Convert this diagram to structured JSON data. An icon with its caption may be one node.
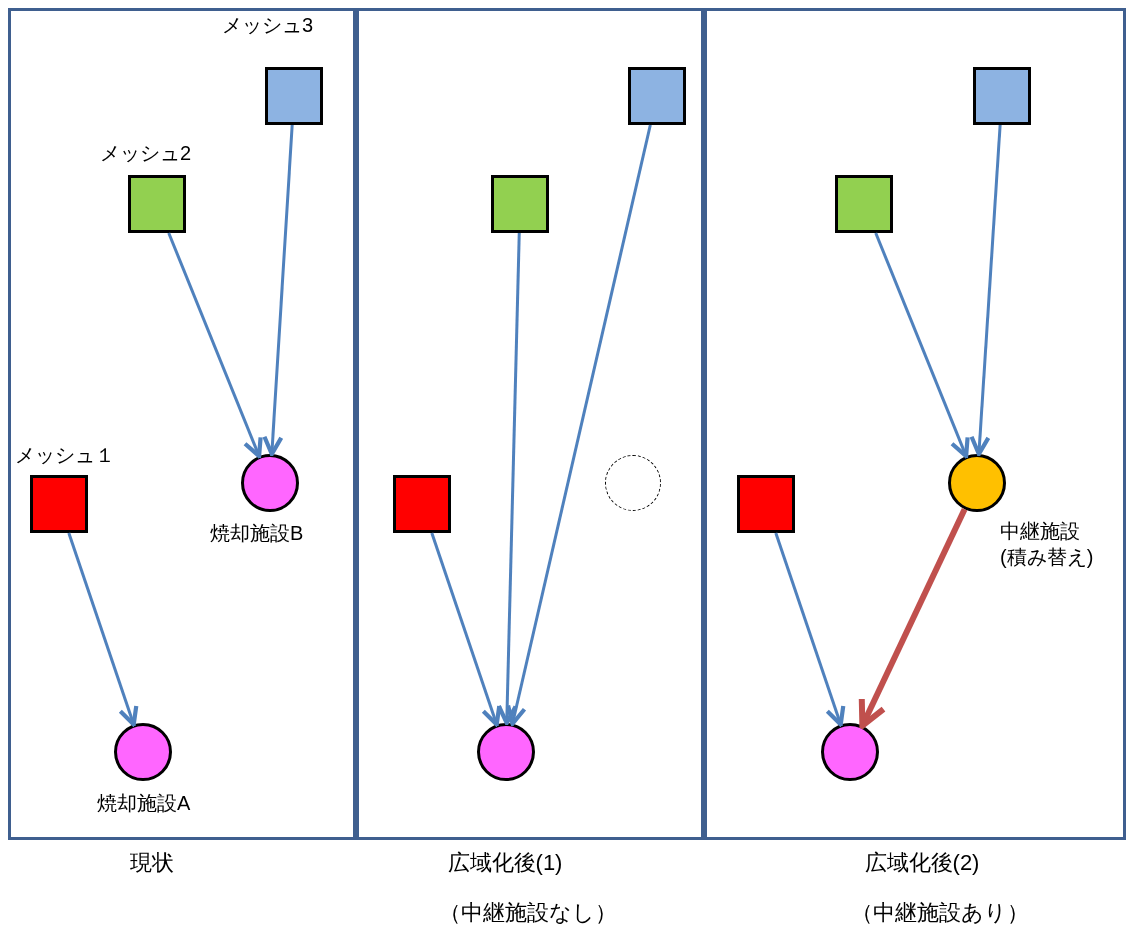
{
  "diagram": {
    "nodes": [
      {
        "text": [
          "現状"
        ]
      },
      {
        "text": [
          "メッシュ3"
        ],
        "in": 0
      },
      {
        "text": [
          "メッシュ2"
        ],
        "in": 0
      },
      {
        "text": [
          "メッシュ１"
        ],
        "in": 0
      },
      {
        "text": [
          "焼却施設B"
        ],
        "in": 0
      },
      {
        "text": [
          "焼却施設A"
        ],
        "in": 0
      },
      {
        "text": [
          "広域化後(1)",
          "（中継施設なし）"
        ]
      },
      {
        "text": [],
        "shape": "box",
        "in": 6
      },
      {
        "text": [],
        "shape": "box",
        "in": 6
      },
      {
        "text": [],
        "shape": "circle",
        "in": 6
      },
      {
        "text": [],
        "shape": "box",
        "in": 6
      },
      {
        "text": [],
        "shape": "circle",
        "in": 6
      },
      {
        "text": [
          "広域化後(2)",
          "（中継施設あり）"
        ]
      },
      {
        "text": [],
        "shape": "box",
        "in": 12
      },
      {
        "text": [],
        "shape": "box",
        "in": 12
      },
      {
        "text": [
          "中継施設",
          "(積み替え)"
        ],
        "in": 12
      },
      {
        "text": [],
        "shape": "box",
        "in": 12
      },
      {
        "text": [],
        "shape": "circle",
        "in": 12
      }
    ],
    "edges": [
      {
        "from": 1,
        "to": 4,
        "arrow": "to"
      },
      {
        "from": 2,
        "to": 4,
        "arrow": "to"
      },
      {
        "from": 3,
        "to": 5,
        "arrow": "to"
      },
      {
        "from": 7,
        "to": 11,
        "arrow": "to"
      },
      {
        "from": 8,
        "to": 11,
        "arrow": "to"
      },
      {
        "from": 10,
        "to": 11,
        "arrow": "to"
      },
      {
        "from": 13,
        "to": 15,
        "arrow": "to"
      },
      {
        "from": 14,
        "to": 15,
        "arrow": "to"
      },
      {
        "from": 15,
        "to": 17,
        "arrow": "to",
        "style": "thick",
        "color": "#c0504d"
      },
      {
        "from": 16,
        "to": 17,
        "arrow": "to"
      }
    ]
  }
}
